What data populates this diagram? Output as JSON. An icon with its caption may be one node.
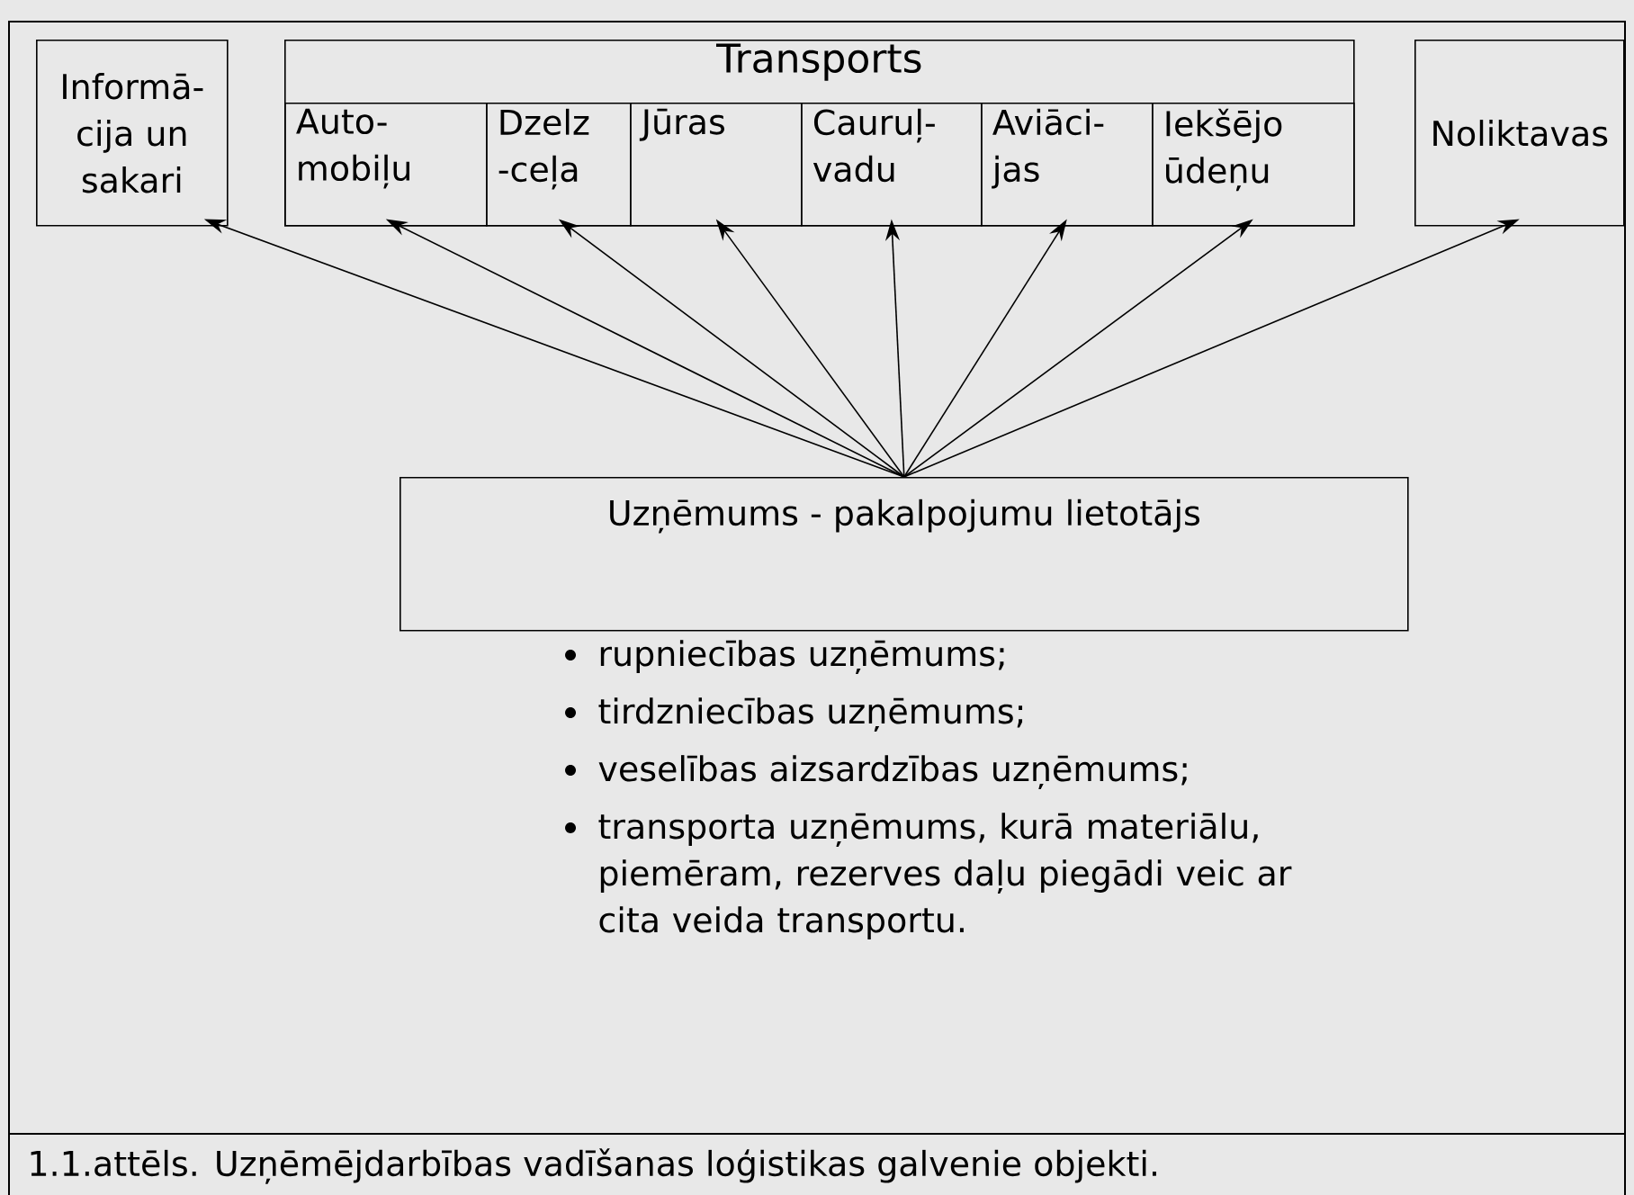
{
  "diagram": {
    "caption": "1.1.attēls. Uzņēmējdarbības vadīšanas loģistikas galvenie objekti.",
    "nodes": [
      {
        "text": [
          "Informā- cija un sakari"
        ]
      },
      {
        "text": [
          "Transports"
        ]
      },
      {
        "text": [
          "Auto- mobiļu"
        ],
        "in": 1
      },
      {
        "text": [
          "Dzelz -ceļa"
        ],
        "in": 1
      },
      {
        "text": [
          "Jūras"
        ],
        "in": 1
      },
      {
        "text": [
          "Cauruļ- vadu"
        ],
        "in": 1
      },
      {
        "text": [
          "Aviāci- jas"
        ],
        "in": 1
      },
      {
        "text": [
          "Iekšējo ūdeņu"
        ],
        "in": 1
      },
      {
        "text": [
          "Noliktavas"
        ]
      },
      {
        "text": [
          "Uzņēmums - pakalpojumu lietotājs"
        ]
      }
    ],
    "edges": [
      {
        "from": 9,
        "to": 0,
        "arrow": "to"
      },
      {
        "from": 9,
        "to": 2,
        "arrow": "to"
      },
      {
        "from": 9,
        "to": 3,
        "arrow": "to"
      },
      {
        "from": 9,
        "to": 4,
        "arrow": "to"
      },
      {
        "from": 9,
        "to": 5,
        "arrow": "to"
      },
      {
        "from": 9,
        "to": 6,
        "arrow": "to"
      },
      {
        "from": 9,
        "to": 7,
        "arrow": "to"
      },
      {
        "from": 9,
        "to": 8,
        "arrow": "to"
      }
    ],
    "labels": [
      "rupniecības uzņēmums;",
      "tirdzniecības uzņēmums;",
      "veselības aizsardzības uzņēmums;",
      "transporta uzņēmums, kurā materiālu, piemēram, rezerves daļu piegādi veic ar cita veida transportu."
    ]
  }
}
